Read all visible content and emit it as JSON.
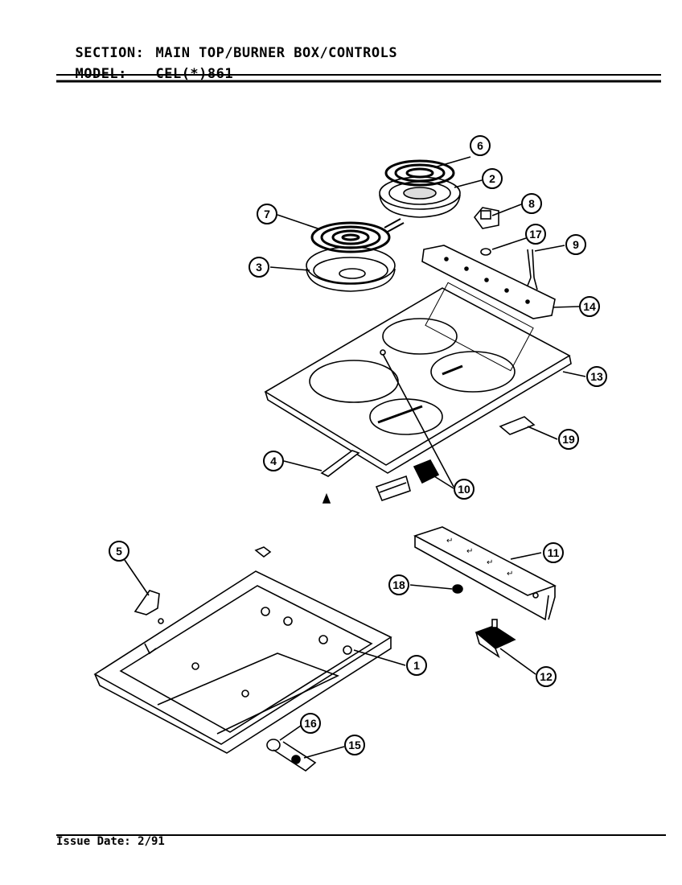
{
  "header": {
    "section_label": "SECTION:",
    "section_value": "MAIN TOP/BURNER BOX/CONTROLS",
    "model_label": "MODEL:",
    "model_value": "CEL(*)861"
  },
  "callouts": [
    "1",
    "2",
    "3",
    "4",
    "5",
    "6",
    "7",
    "8",
    "9",
    "10",
    "11",
    "12",
    "13",
    "14",
    "15",
    "16",
    "17",
    "18",
    "19"
  ],
  "footer": {
    "issue_date": "Issue Date: 2/91"
  }
}
